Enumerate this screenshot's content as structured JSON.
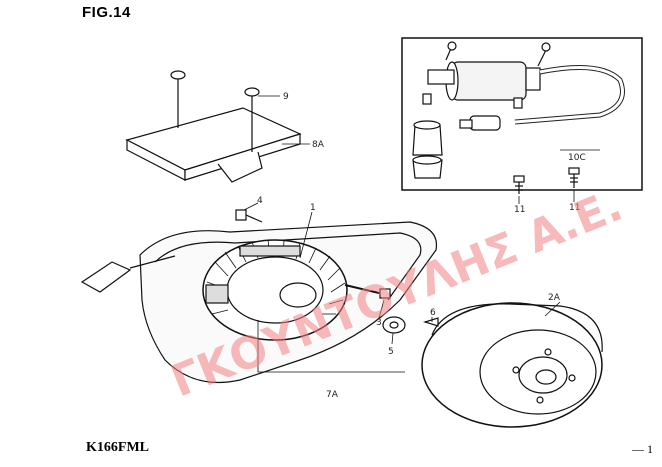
{
  "header": {
    "figure_label": "FIG.14"
  },
  "footer": {
    "model": "K166FML",
    "page_dash": "—",
    "page_number": "1"
  },
  "watermark": {
    "text": "ΓΚΟΥΝΤΟΥΛΗΣ Α.Ε.",
    "color": "#f08080"
  },
  "callouts": {
    "c1": "1",
    "c2a": "2A",
    "c3": "3",
    "c4": "4",
    "c5": "5",
    "c6": "6",
    "c7a": "7A",
    "c8a": "8A",
    "c9": "9",
    "c10c": "10C",
    "c11a": "11",
    "c11b": "11"
  }
}
